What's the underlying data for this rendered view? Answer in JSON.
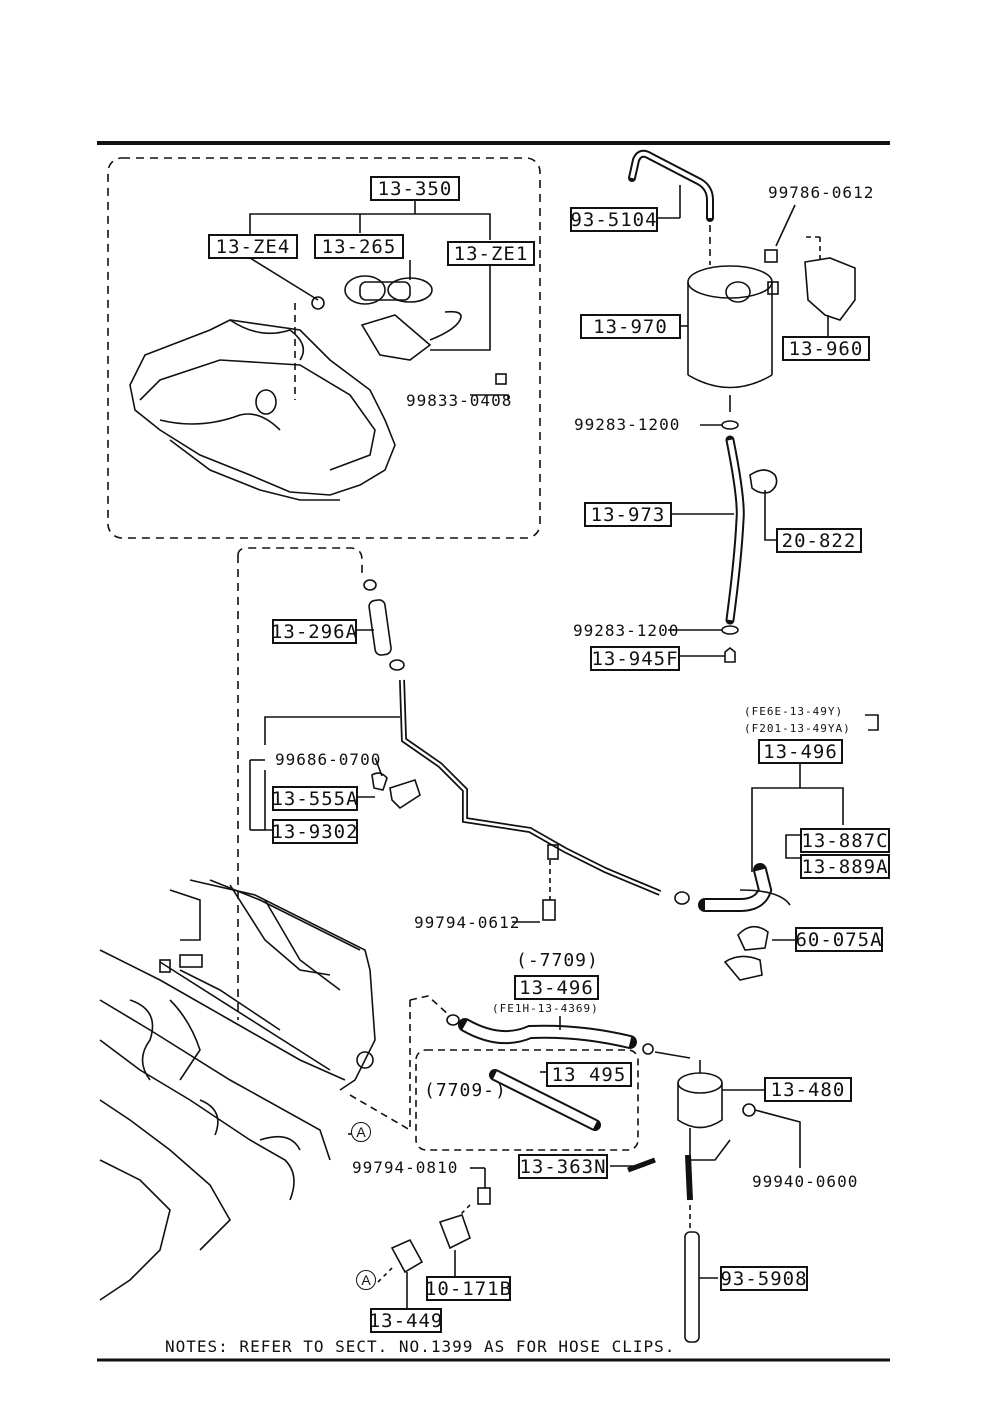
{
  "parts": {
    "p13_350": "13-350",
    "p13_ze4": "13-ZE4",
    "p13_265": "13-265",
    "p13_ze1": "13-ZE1",
    "p99833_0408": "99833-0408",
    "p93_5104": "93-5104",
    "p99786_0612": "99786-0612",
    "p13_970": "13-970",
    "p13_960": "13-960",
    "p99283_1200_a": "99283-1200",
    "p13_973": "13-973",
    "p20_822": "20-822",
    "p99283_1200_b": "99283-1200",
    "p13_945f": "13-945F",
    "p13_296a": "13-296A",
    "p99686_0700": "99686-0700",
    "p13_555a": "13-555A",
    "p13_9302": "13-9302",
    "fe6e_note": "(FE6E-13-49Y)",
    "f201_note": "(F201-13-49YA)",
    "p13_496_a": "13-496",
    "p13_887c": "13-887C",
    "p13_889a": "13-889A",
    "p99794_0612": "99794-0612",
    "p60_075a": "60-075A",
    "range_7709_before": "(-7709)",
    "p13_496_b": "13-496",
    "fe1h_note": "(FE1H-13-4369)",
    "range_7709_after": "(7709-)",
    "p13_495": "13 495",
    "p13_480": "13-480",
    "p99794_0810": "99794-0810",
    "p13_363n": "13-363N",
    "p99940_0600": "99940-0600",
    "p93_5908": "93-5908",
    "p10_171b": "10-171B",
    "p13_449": "13-449",
    "ref_a1": "A",
    "ref_a2": "A"
  },
  "notes": "NOTES: REFER TO SECT. NO.1399 AS FOR HOSE CLIPS."
}
